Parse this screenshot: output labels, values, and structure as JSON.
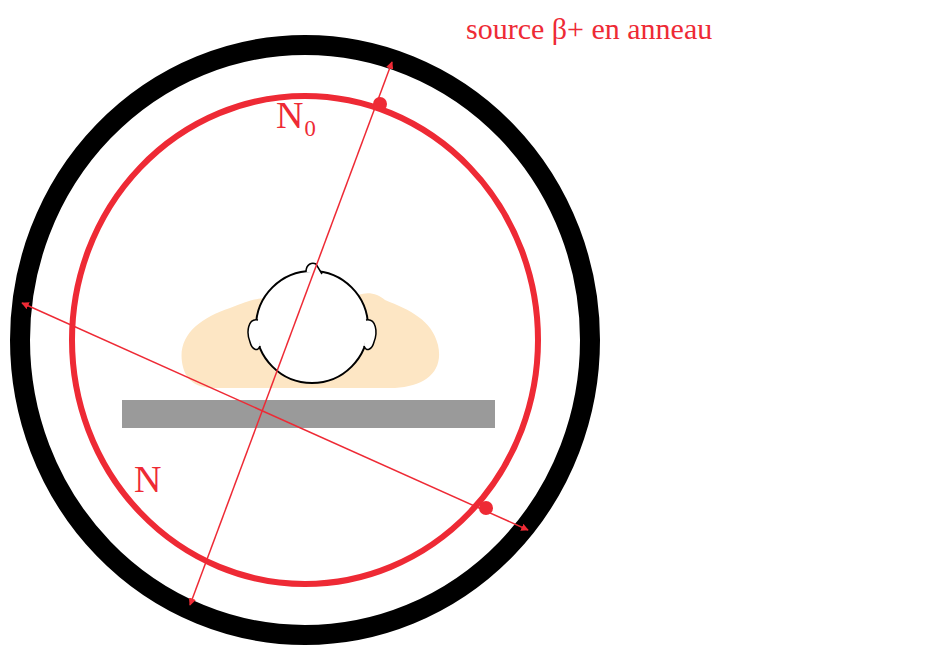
{
  "diagram": {
    "labels": [
      "source β+ en anneau",
      "N₀",
      "N"
    ]
  }
}
